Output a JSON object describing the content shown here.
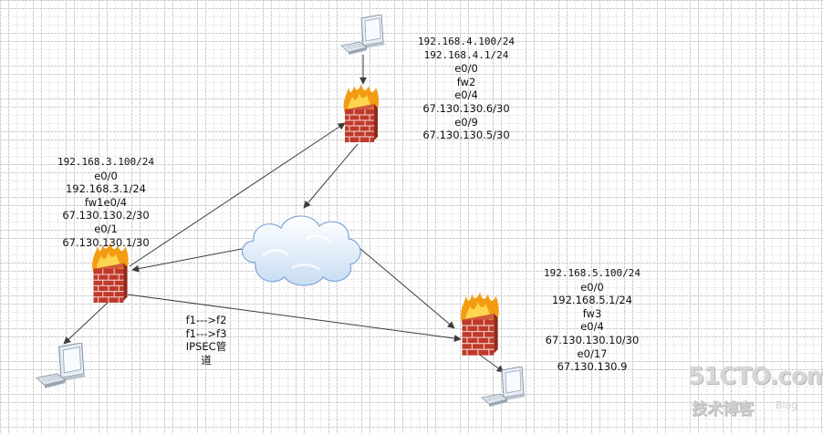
{
  "nodes": {
    "fw1": {
      "labels": [
        "192.168.3.100/24",
        "e0/0",
        "192.168.3.1/24",
        "fw1e0/4",
        "67.130.130.2/30",
        "e0/1",
        "67.130.130.1/30"
      ]
    },
    "fw2": {
      "labels": [
        "192.168.4.100/24",
        "192.168.4.1/24",
        "e0/0",
        "fw2",
        "e0/4",
        "67.130.130.6/30",
        "e0/9",
        "67.130.130.5/30"
      ]
    },
    "fw3": {
      "labels": [
        "192.168.5.100/24",
        "e0/0",
        "192.168.5.1/24",
        "fw3",
        "e0/4",
        "67.130.130.10/30",
        "e0/17",
        "67.130.130.9"
      ]
    }
  },
  "tunnel": {
    "labels": [
      "f1--->f2",
      "f1--->f3",
      "IPSEC管",
      "道"
    ]
  },
  "watermark": {
    "brand": "51CTO.com",
    "subtitle": "技术博客",
    "blog": "Blog"
  },
  "colors": {
    "line": "#3c3c3c",
    "brick": "#c0392b",
    "flame": "#f39c12",
    "cloud": "#dbe8f7"
  }
}
